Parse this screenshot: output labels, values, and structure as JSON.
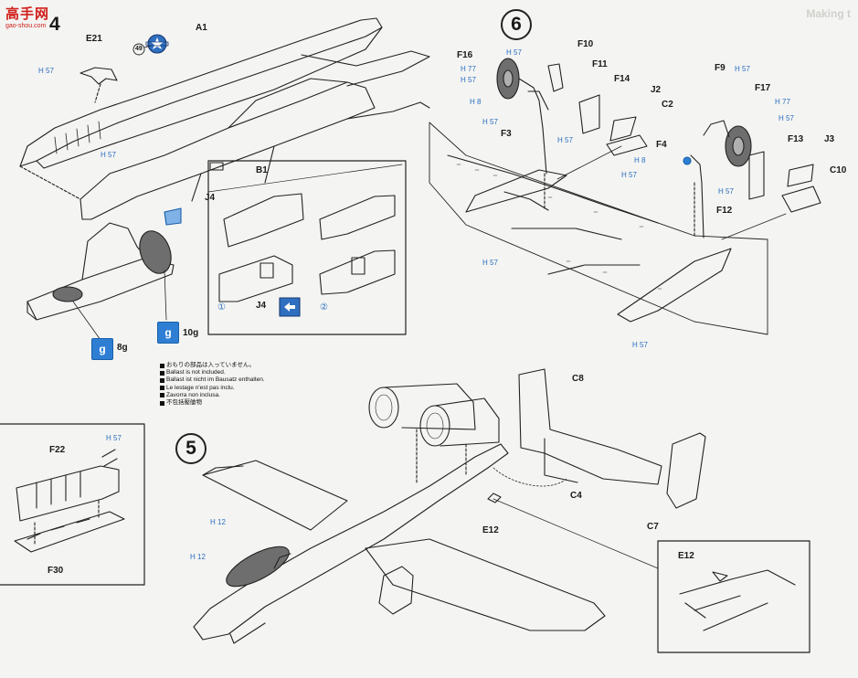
{
  "watermark": {
    "site_name": "高手网",
    "site_url": "gao-shou.com"
  },
  "header_fragment": "Making t",
  "steps": {
    "s4": "4",
    "s5": "5",
    "s6": "6"
  },
  "parts": {
    "A1": "A1",
    "E21": "E21",
    "B1": "B1",
    "J4": "J4",
    "J4b": "J4",
    "F22": "F22",
    "F30": "F30",
    "F16": "F16",
    "F10": "F10",
    "F11": "F11",
    "F14": "F14",
    "J2": "J2",
    "C2": "C2",
    "F3": "F3",
    "F9": "F9",
    "F17": "F17",
    "F13": "F13",
    "J3": "J3",
    "C10": "C10",
    "F4": "F4",
    "F12": "F12",
    "C8": "C8",
    "C4": "C4",
    "C7": "C7",
    "E12": "E12",
    "E12b": "E12"
  },
  "decal_number": "49",
  "paint": {
    "h57": "H 57",
    "h77": "H 77",
    "h8": "H 8",
    "h12": "H 12"
  },
  "subviews": {
    "v1": "①",
    "v2": "②"
  },
  "ballast": {
    "b8": "8g",
    "b10": "10g",
    "icon": "g"
  },
  "notes": [
    "おもりの部品は入っていません。",
    "Ballast is not included.",
    "Ballast ist nicht im Bausatz enthalten.",
    "Le lestage n'est pas inclu.",
    "Zavorra non inclusa.",
    "不包括壓艙物"
  ],
  "colors": {
    "line": "#222222",
    "paint_blue": "#2a6fc0",
    "badge": "#2e7fd4",
    "paper": "#f4f4f2"
  }
}
